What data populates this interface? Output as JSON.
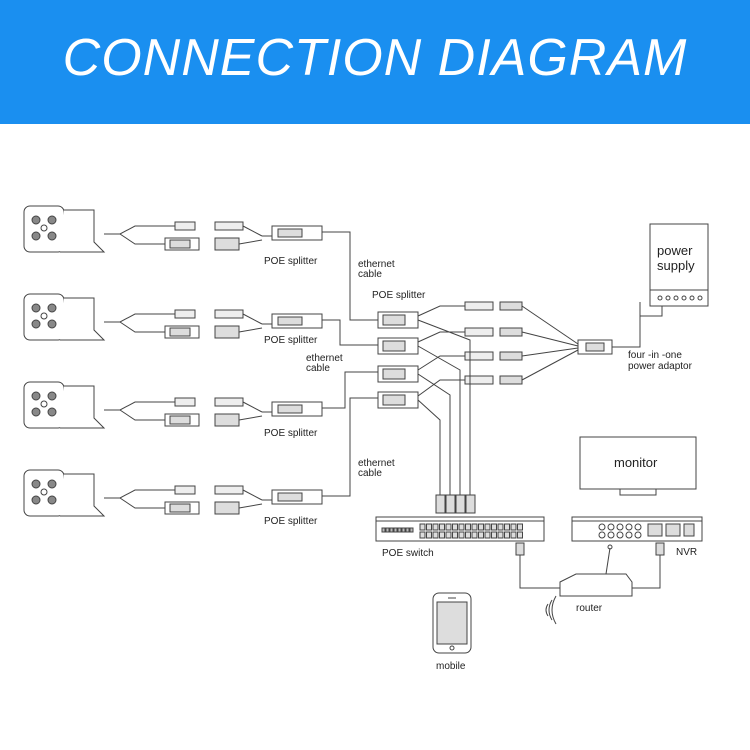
{
  "banner": {
    "title": "CONNECTION DIAGRAM",
    "color": "#1a8ff0"
  },
  "labels": {
    "poe_splitter_1": "POE splitter",
    "poe_splitter_2": "POE splitter",
    "poe_splitter_3": "POE splitter",
    "poe_splitter_4": "POE splitter",
    "poe_splitter_hub": "POE splitter",
    "ethernet_cable_1a": "ethernet",
    "ethernet_cable_1b": "cable",
    "ethernet_cable_2a": "ethernet",
    "ethernet_cable_2b": "cable",
    "ethernet_cable_3a": "ethernet",
    "ethernet_cable_3b": "cable",
    "power_supply_a": "power",
    "power_supply_b": "supply",
    "adaptor_a": "four -in -one",
    "adaptor_b": "power adaptor",
    "monitor": "monitor",
    "nvr": "NVR",
    "poe_switch": "POE switch",
    "router": "router",
    "mobile": "mobile"
  },
  "icons": {
    "camera": "bullet-camera-icon",
    "wifi": "wifi-icon",
    "phone": "smartphone-icon"
  }
}
